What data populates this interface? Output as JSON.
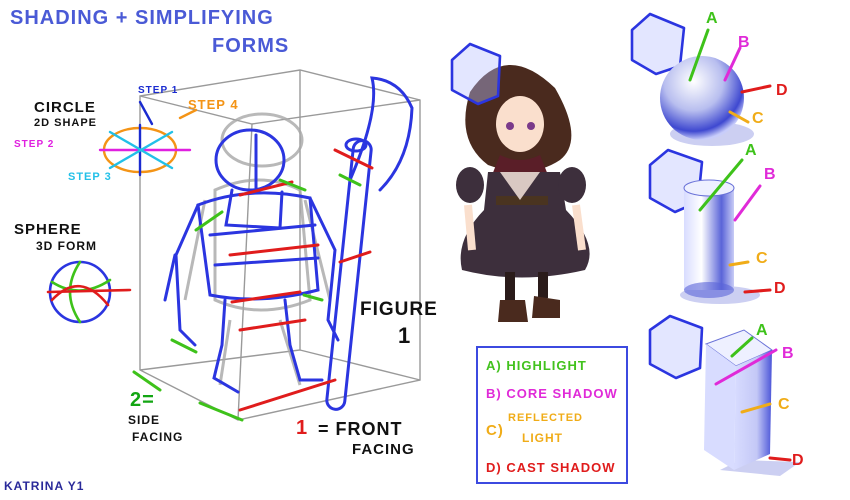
{
  "title": {
    "line1": "SHADING + SIMPLIFYING",
    "line2": "FORMS"
  },
  "circle": {
    "label": "CIRCLE",
    "sub": "2D SHAPE",
    "step1": "STEP 1",
    "step2": "STEP 2",
    "step3": "STEP 3",
    "step4": "STEP 4"
  },
  "sphere": {
    "label": "SPHERE",
    "sub": "3D FORM"
  },
  "figure": {
    "label": "FIGURE",
    "number": "1"
  },
  "side": {
    "number": "2=",
    "line1": "SIDE",
    "line2": "FACING"
  },
  "front": {
    "number": "1",
    "line1": "= FRONT",
    "line2": "FACING"
  },
  "legend": {
    "a": "A) HIGHLIGHT",
    "b": "B) CORE SHADOW",
    "c_letter": "C)",
    "c_line1": "REFLECTED",
    "c_line2": "LIGHT",
    "d": "D) CAST SHADOW"
  },
  "form_labels": {
    "a": "A",
    "b": "B",
    "c": "C",
    "d": "D"
  },
  "signature": "KATRINA Y1",
  "colors": {
    "blue": "#2b35e0",
    "green": "#3ec21a",
    "magenta": "#e02ad8",
    "orange": "#f0ac18",
    "red": "#e01c1c",
    "cyan": "#22c0e8"
  }
}
